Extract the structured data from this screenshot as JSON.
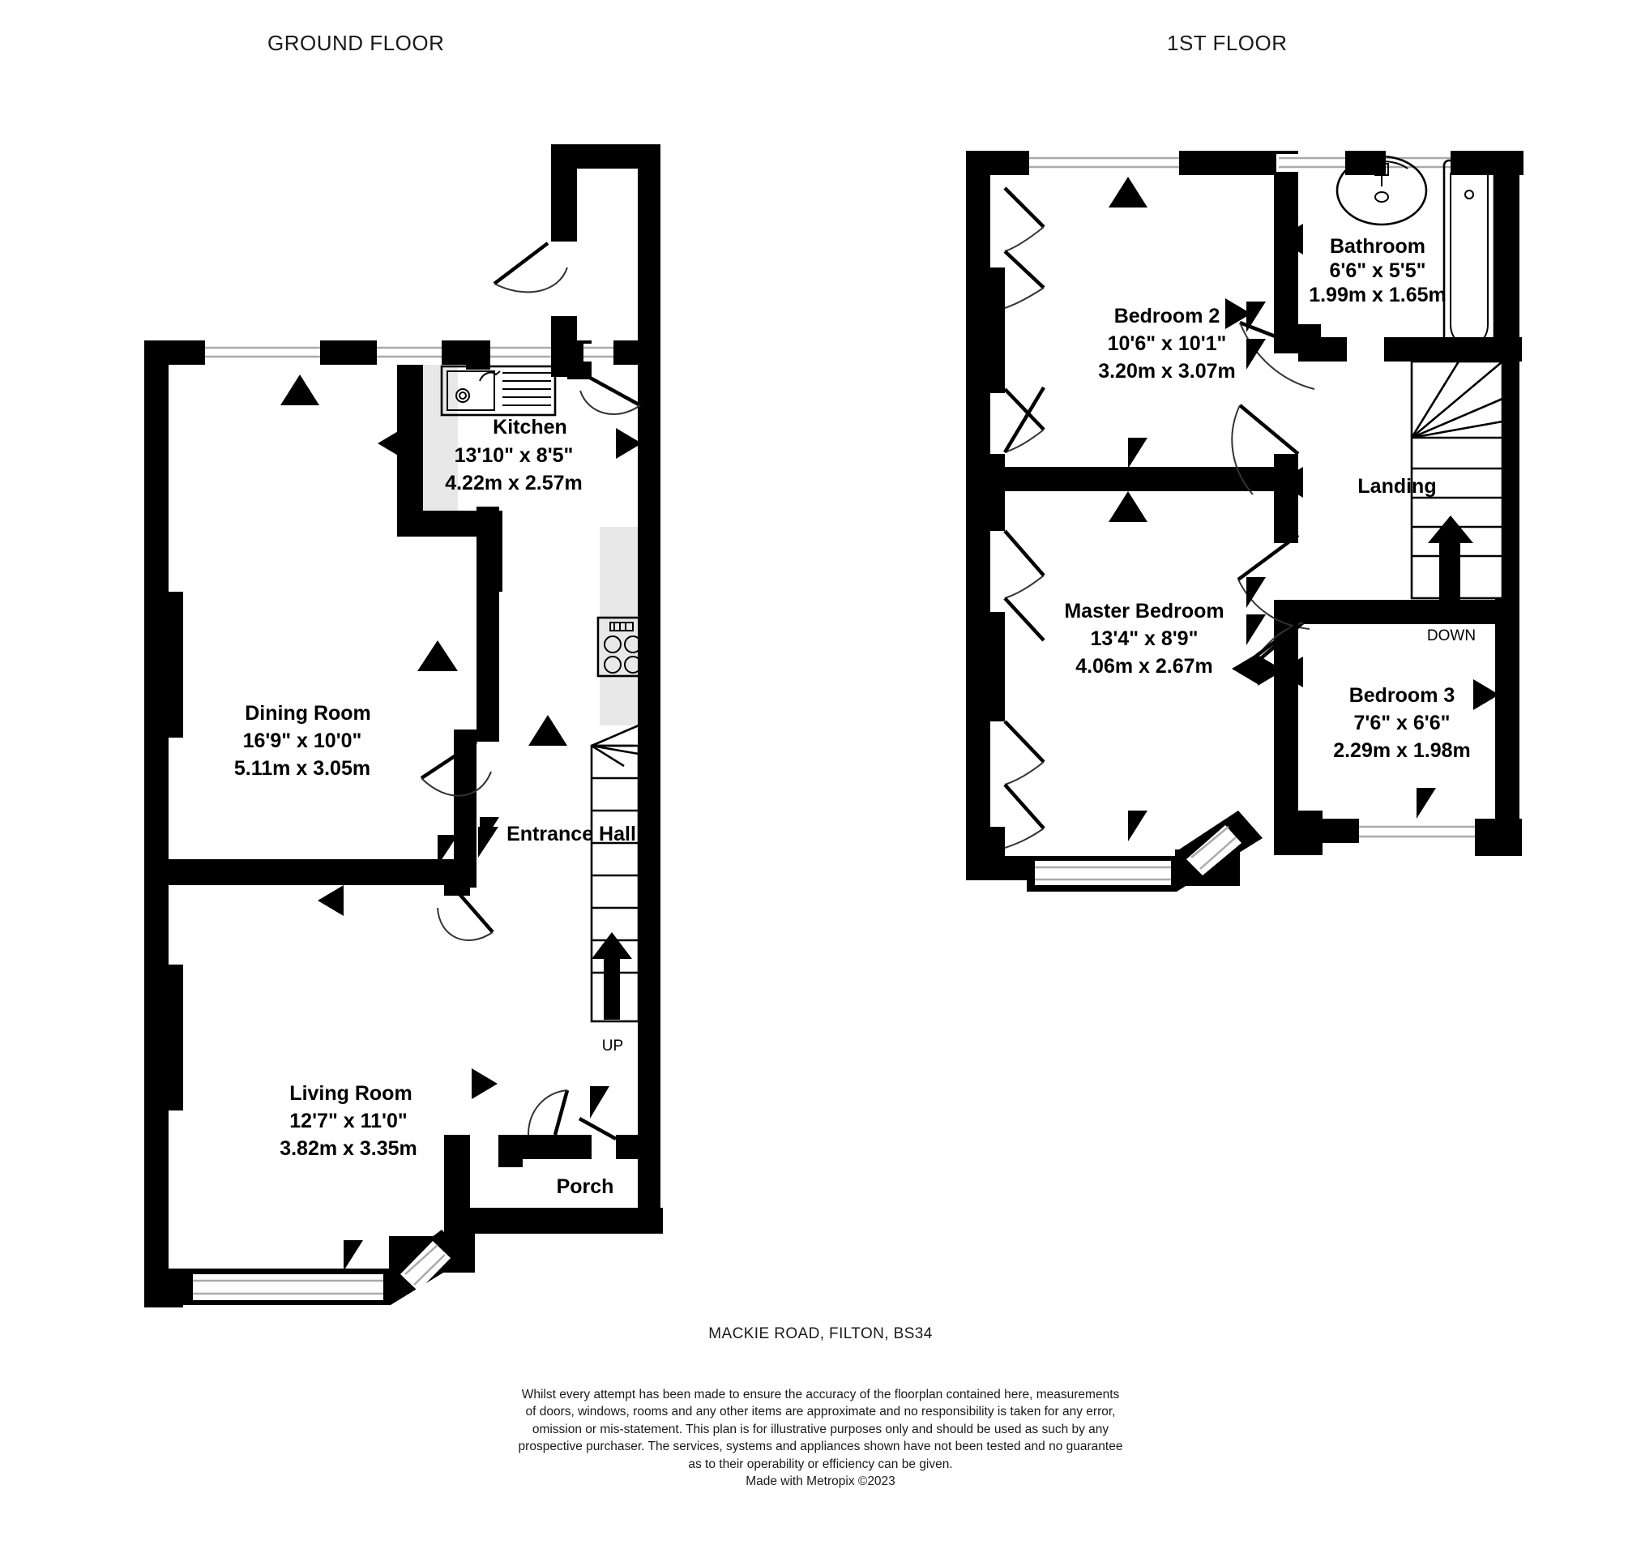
{
  "page": {
    "address": "MACKIE ROAD, FILTON, BS34",
    "disclaimer_lines": [
      "Whilst every attempt has been made to ensure the accuracy of the floorplan contained here, measurements",
      "of doors, windows, rooms and any other items are approximate and no responsibility is taken for any error,",
      "omission or mis-statement. This plan is for illustrative purposes only and should be used as such by any",
      "prospective purchaser. The services, systems and appliances shown have not been tested and no guarantee",
      "as to their operability or efficiency can be given.",
      "Made with Metropix ©2023"
    ]
  },
  "floors": [
    {
      "id": "ground",
      "title": "GROUND FLOOR",
      "rooms": [
        {
          "name": "Kitchen",
          "imperial": "13'10\"  x 8'5\"",
          "metric": "4.22m  x 2.57m"
        },
        {
          "name": "Dining Room",
          "imperial": "16'9\"  x 10'0\"",
          "metric": "5.11m  x 3.05m"
        },
        {
          "name": "Living Room",
          "imperial": "12'7\"  x 11'0\"",
          "metric": "3.82m  x 3.35m"
        },
        {
          "name": "Entrance Hall",
          "imperial": "",
          "metric": ""
        },
        {
          "name": "Porch",
          "imperial": "",
          "metric": ""
        }
      ],
      "stairs_label": "UP",
      "fixtures": [
        "kitchen-sink",
        "hob-cooker"
      ]
    },
    {
      "id": "first",
      "title": "1ST FLOOR",
      "rooms": [
        {
          "name": "Bedroom 2",
          "imperial": "10'6\"  x 10'1\"",
          "metric": "3.20m  x 3.07m"
        },
        {
          "name": "Bathroom",
          "imperial": "6'6\"  x 5'5\"",
          "metric": "1.99m  x 1.65m"
        },
        {
          "name": "Master Bedroom",
          "imperial": "13'4\"  x 8'9\"",
          "metric": "4.06m  x 2.67m"
        },
        {
          "name": "Bedroom 3",
          "imperial": "7'6\"  x 6'6\"",
          "metric": "2.29m  x 1.98m"
        },
        {
          "name": "Landing",
          "imperial": "",
          "metric": ""
        }
      ],
      "stairs_label": "DOWN",
      "fixtures": [
        "wash-basin",
        "bath-tub"
      ]
    }
  ],
  "colors": {
    "wall": "#000000",
    "room_fill": "#ffffff",
    "shaded_fill": "#e8e8e8",
    "window_glass": "#aaaaaa",
    "text": "#000000"
  }
}
